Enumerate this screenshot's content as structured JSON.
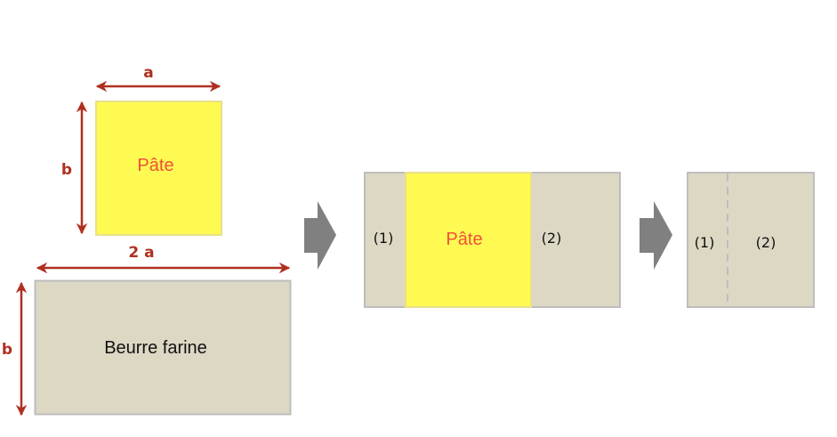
{
  "colors": {
    "dimension": "#b03020",
    "pate_fill": "#fefa52",
    "pate_border": "#e8e08a",
    "pate_text": "#f0503a",
    "butter_fill": "#ddd8c4",
    "butter_border": "#bdbdbd",
    "arrow": "#808080"
  },
  "step1": {
    "pate_label": "Pâte",
    "pate_width_label": "a",
    "pate_height_label": "b",
    "butter_label": "Beurre farine",
    "butter_width_label": "2 a",
    "butter_height_label": "b"
  },
  "step2": {
    "left_flap": "(1)",
    "pate_label": "Pâte",
    "right_flap": "(2)"
  },
  "step3": {
    "left_flap": "(1)",
    "right_flap": "(2)"
  }
}
